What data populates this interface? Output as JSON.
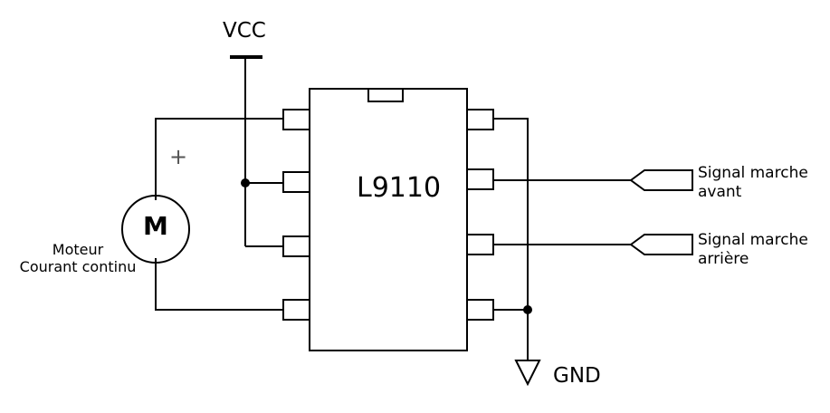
{
  "labels": {
    "vcc": "VCC",
    "gnd": "GND",
    "chip": "L9110",
    "motor_symbol": "M",
    "polarity": "+",
    "motor_line1": "Moteur",
    "motor_line2": "Courant continu",
    "forward_line1": "Signal marche",
    "forward_line2": "avant",
    "reverse_line1": "Signal marche",
    "reverse_line2": "arrière"
  },
  "icons": {
    "supply": "vcc-bar-icon",
    "ground": "ground-triangle-icon",
    "motor": "dc-motor-icon",
    "signal": "signal-arrow-icon"
  },
  "colors": {
    "line": "#000000",
    "background": "#ffffff"
  }
}
